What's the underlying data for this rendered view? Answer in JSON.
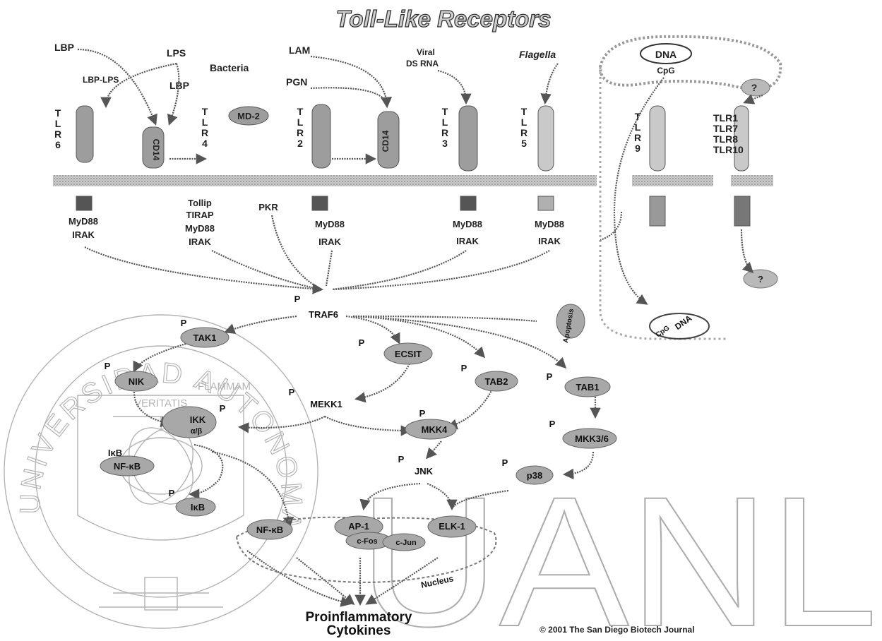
{
  "title": "Toll-Like Receptors",
  "ligands": {
    "lbp_1": "LBP",
    "lps": "LPS",
    "lbp_lps": "LBP-LPS",
    "bacteria": "Bacteria",
    "lam": "LAM",
    "pgn": "PGN",
    "lbp_2": "LBP",
    "viral_dsrna_1": "Viral",
    "viral_dsrna_2": "DS RNA",
    "flagella": "Flagella",
    "dna": "DNA",
    "cpg": "CpG",
    "unknown": "?"
  },
  "receptors": {
    "tlr6": [
      "T",
      "L",
      "R",
      "6"
    ],
    "tlr4": [
      "T",
      "L",
      "R",
      "4"
    ],
    "cd14": "CD14",
    "md2": "MD-2",
    "tlr2": [
      "T",
      "L",
      "R",
      "2"
    ],
    "cd14_b": "CD14",
    "tlr3": [
      "T",
      "L",
      "R",
      "3"
    ],
    "tlr5": [
      "T",
      "L",
      "R",
      "5"
    ],
    "tlr9": [
      "T",
      "L",
      "R",
      "9"
    ],
    "other_tlrs": [
      "TLR1",
      "TLR7",
      "TLR8",
      "TLR10"
    ]
  },
  "adaptors": {
    "g1": [
      "MyD88",
      "IRAK"
    ],
    "g2": [
      "Tollip",
      "TIRAP",
      "MyD88",
      "IRAK"
    ],
    "pkr": "PKR",
    "g3": [
      "MyD88",
      "IRAK"
    ],
    "g4": [
      "MyD88",
      "IRAK"
    ],
    "g5": [
      "MyD88",
      "IRAK"
    ],
    "unknown_out": "?"
  },
  "signaling": {
    "p": "P",
    "traf6": "TRAF6",
    "tak1": "TAK1",
    "ecsit": "ECSIT",
    "nik": "NIK",
    "mekk1": "MEKK1",
    "tab2": "TAB2",
    "tab1": "TAB1",
    "ikk": "IKK",
    "ikk_sub": "α/β",
    "mkk4": "MKK4",
    "mkk36": "MKK3/6",
    "ikb": "IκB",
    "nfkb": "NF-κB",
    "ikb_p": "IκB",
    "jnk": "JNK",
    "p38": "p38",
    "nfkb_n": "NF-κB",
    "ap1": "AP-1",
    "elk1": "ELK-1",
    "cfos": "c-Fos",
    "cjun": "c-Jun",
    "nucleus": "Nucleus",
    "side_label": "Apoptosis",
    "cpg_dna_cell": "DNA",
    "cpg_dna_cell_sub": "CpG"
  },
  "output": {
    "line1": "Proinflammatory",
    "line2": "Cytokines"
  },
  "copyright": "© 2001 The San Diego Biotech Journal",
  "watermark": {
    "letters": "UANL",
    "seal_top": "UNIVERSIDAD AUTONOMA DE NUEVO LEON",
    "seal_motto_1": "FLAMMAM",
    "seal_motto_2": "VERITATIS"
  }
}
